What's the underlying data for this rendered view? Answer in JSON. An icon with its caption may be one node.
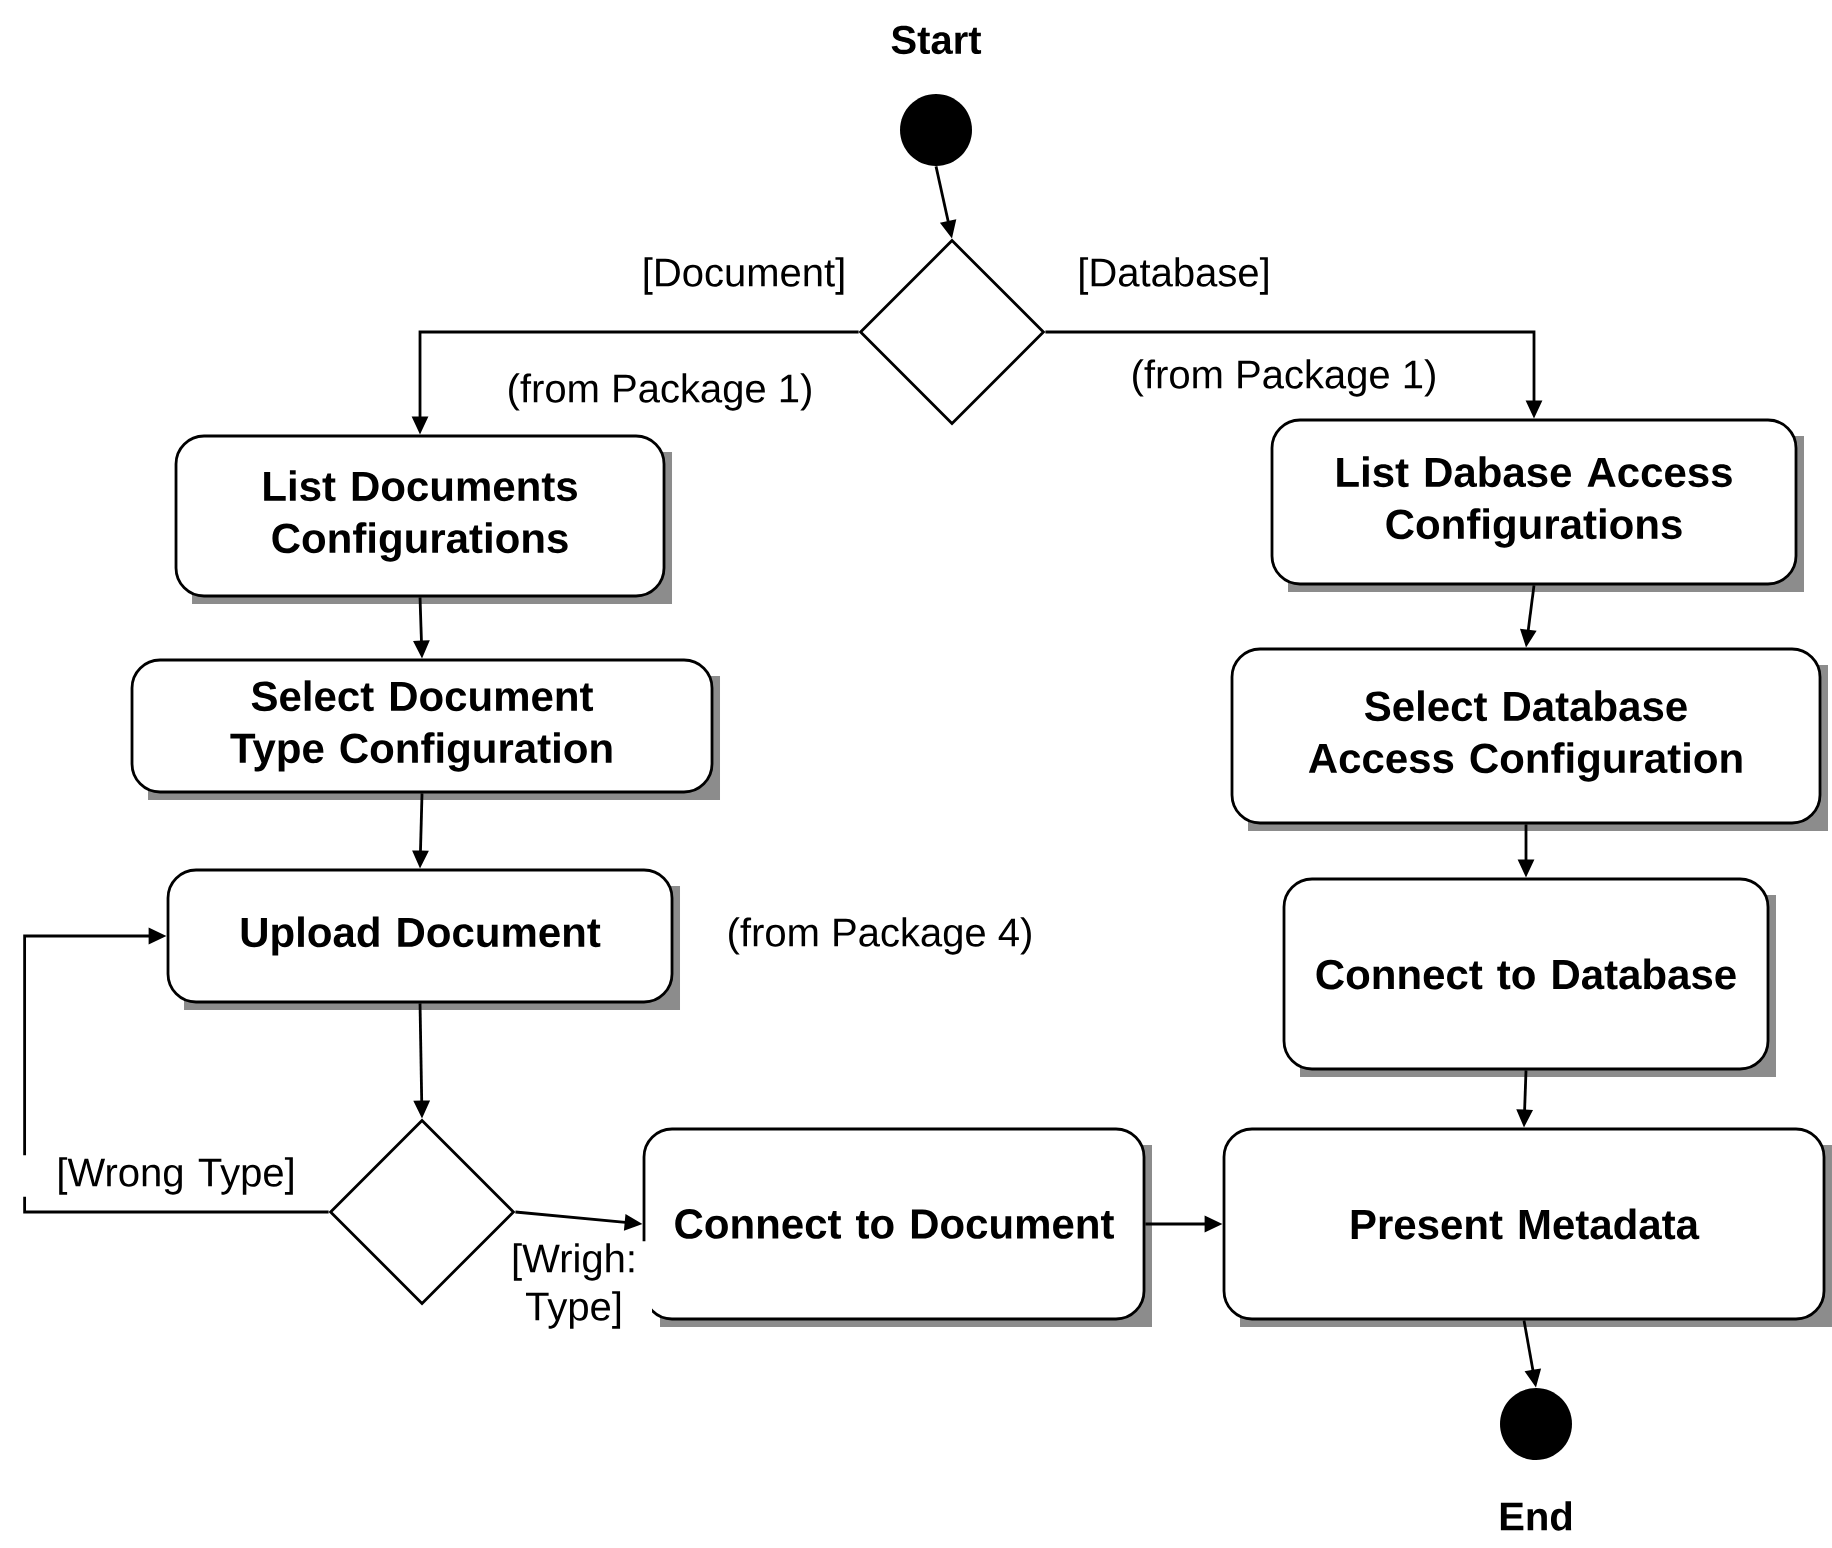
{
  "diagram": {
    "nodes": [
      {
        "text": [],
        "shape": "circle",
        "beside": [
          "Start"
        ]
      },
      {
        "text": [],
        "shape": "diamond"
      },
      {
        "text": [
          "List Documents Configurations"
        ],
        "beside": [
          "(from Package 1)"
        ]
      },
      {
        "text": [
          "Select Document Type Configuration"
        ]
      },
      {
        "text": [
          "Upload Document"
        ],
        "beside": [
          "(from Package 4)"
        ]
      },
      {
        "text": [],
        "shape": "diamond"
      },
      {
        "text": [
          "Connect to Document"
        ]
      },
      {
        "text": [
          "List Dabase Access Configurations"
        ],
        "beside": [
          "(from Package 1)"
        ]
      },
      {
        "text": [
          "Select Database Access Configuration"
        ]
      },
      {
        "text": [
          "Connect to Database"
        ]
      },
      {
        "text": [
          "Present Metadata"
        ]
      },
      {
        "text": [],
        "shape": "circle",
        "beside": [
          "End"
        ]
      }
    ],
    "edges": [
      {
        "from": 0,
        "to": 1,
        "arrow": "to"
      },
      {
        "from": 1,
        "to": 2,
        "arrow": "to",
        "label": "[Document]"
      },
      {
        "from": 1,
        "to": 7,
        "arrow": "to",
        "label": "[Database]"
      },
      {
        "from": 2,
        "to": 3,
        "arrow": "to"
      },
      {
        "from": 3,
        "to": 4,
        "arrow": "to"
      },
      {
        "from": 4,
        "to": 5,
        "arrow": "to"
      },
      {
        "from": 5,
        "to": 4,
        "arrow": "to",
        "label": "[Wrong Type]"
      },
      {
        "from": 5,
        "to": 6,
        "arrow": "to",
        "label": "[Wrigh: Type]"
      },
      {
        "from": 6,
        "to": 10,
        "arrow": "to"
      },
      {
        "from": 7,
        "to": 8,
        "arrow": "to"
      },
      {
        "from": 8,
        "to": 9,
        "arrow": "to"
      },
      {
        "from": 9,
        "to": 10,
        "arrow": "to"
      },
      {
        "from": 10,
        "to": 11,
        "arrow": "to"
      }
    ]
  }
}
